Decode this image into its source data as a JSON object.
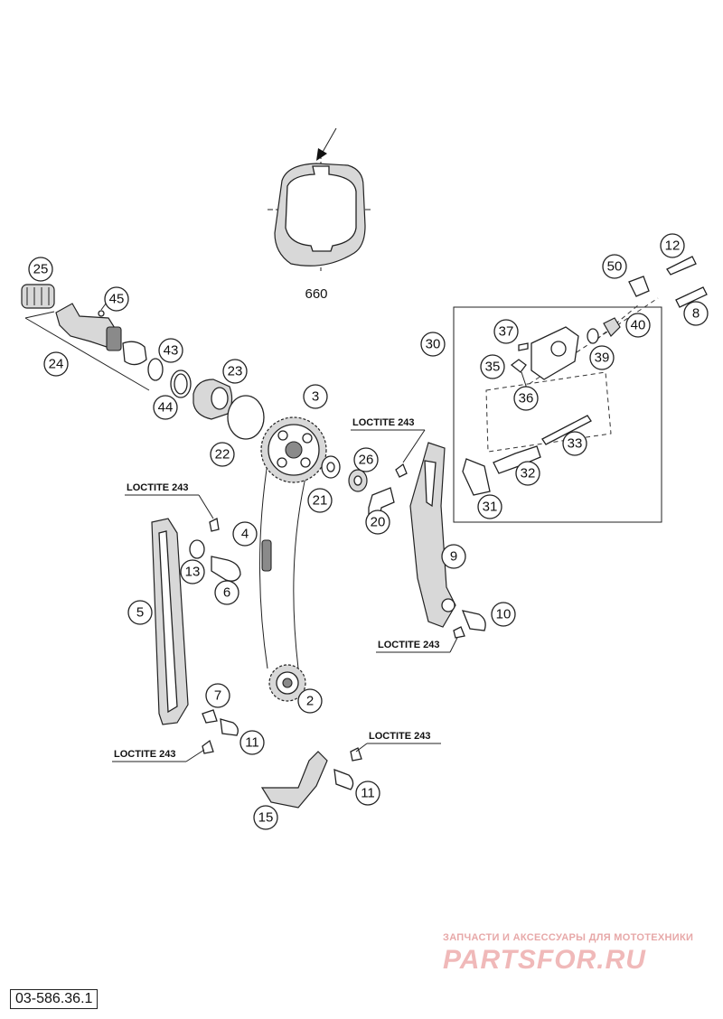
{
  "diagram": {
    "document_number": "03-586.36.1",
    "detail_label": "660",
    "loctite_label": "LOCTITE 243",
    "watermark_caption": "ЗАПЧАСТИ И АКСЕССУАРЫ ДЛЯ МОТОТЕХНИКИ",
    "watermark_logo_text": "PARTSFOR.RU",
    "callouts": [
      "25",
      "45",
      "24",
      "43",
      "44",
      "23",
      "22",
      "3",
      "21",
      "26",
      "20",
      "4",
      "13",
      "6",
      "5",
      "7",
      "11",
      "2",
      "15",
      "11",
      "9",
      "10",
      "30",
      "37",
      "35",
      "36",
      "39",
      "40",
      "50",
      "12",
      "8",
      "33",
      "32",
      "31"
    ]
  }
}
